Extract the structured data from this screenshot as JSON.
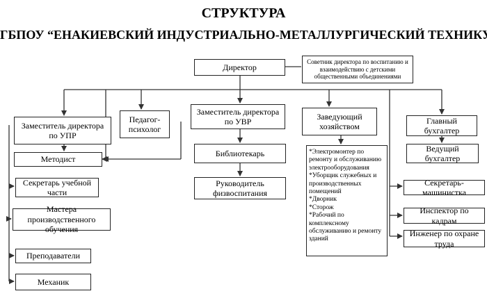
{
  "title": {
    "line1": "СТРУКТУРА",
    "line2": "ГБПОУ “ЕНАКИЕВСКИЙ ИНДУСТРИАЛЬНО-МЕТАЛЛУРГИЧЕСКИЙ ТЕХНИКУМ”"
  },
  "boxes": {
    "director": "Директор",
    "advisor": "Советник директора по воспитанию и взаимодействию с детскими общественными объединениями",
    "dep_upr": "Заместитель директора по УПР",
    "psychologist": "Педагог-\nпсихолог",
    "dep_uvr": "Заместитель директора по УВР",
    "housekeeping": "Заведующий хозяйством",
    "chief_accountant": "Главный бухгалтер",
    "methodist": "Методист",
    "librarian": "Библиотекарь",
    "lead_accountant": "Ведущий бухгалтер",
    "secretary_study": "Секретарь учебной части",
    "pe_head": "Руководитель физвоспитания",
    "secretary_typist": "Секретарь-машинистка",
    "masters": "Мастера производственного обучения",
    "hr_inspector": "Инспектор по кадрам",
    "teachers": "Преподаватели",
    "safety_engineer": "Инженер по охране труда",
    "mechanic": "Механик"
  },
  "housekeeping_staff": [
    "*Электромонтер по ремонту и обслуживанию электрооборудования",
    "*Уборщик служебных и производственных помещений",
    "*Дворник",
    "*Сторож",
    "*Рабочий по комплексному обслуживанию и ремонту зданий"
  ]
}
